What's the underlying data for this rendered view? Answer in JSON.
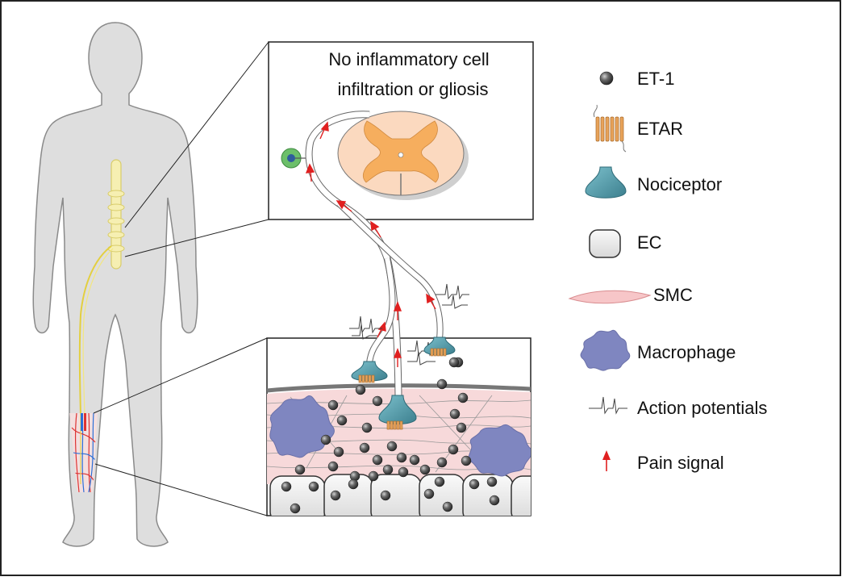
{
  "spinal_cord_box": {
    "caption_line1": "No inflammatory cell",
    "caption_line2": "infiltration or gliosis"
  },
  "legend": {
    "items": [
      {
        "key": "et1",
        "label": "ET-1",
        "icon": "et1-particle-icon"
      },
      {
        "key": "etar",
        "label": "ETAR",
        "icon": "etar-receptor-icon"
      },
      {
        "key": "nociceptor",
        "label": "Nociceptor",
        "icon": "nociceptor-icon"
      },
      {
        "key": "ec",
        "label": "EC",
        "icon": "endothelial-cell-icon"
      },
      {
        "key": "smc",
        "label": "SMC",
        "icon": "smooth-muscle-cell-icon"
      },
      {
        "key": "macrophage",
        "label": "Macrophage",
        "icon": "macrophage-icon"
      },
      {
        "key": "ap",
        "label": "Action potentials",
        "icon": "action-potential-icon"
      },
      {
        "key": "pain",
        "label": "Pain signal",
        "icon": "pain-signal-arrow-icon"
      }
    ]
  },
  "colors": {
    "body": "#dcdcdc",
    "body_outline": "#8c8c8c",
    "spine": "#f5efb0",
    "nerve": "#e8d44d",
    "cord_white": "#fbd9bf",
    "cord_grey": "#f6ad5e",
    "nociceptor": "#4f9aa8",
    "etar": "#e8a35a",
    "et1": "#555555",
    "ec": "#eeeeee",
    "smc": "#f7c6c8",
    "macrophage": "#7f86c0",
    "pain_arrow": "#e02020",
    "drg": "#6cbf6a"
  }
}
